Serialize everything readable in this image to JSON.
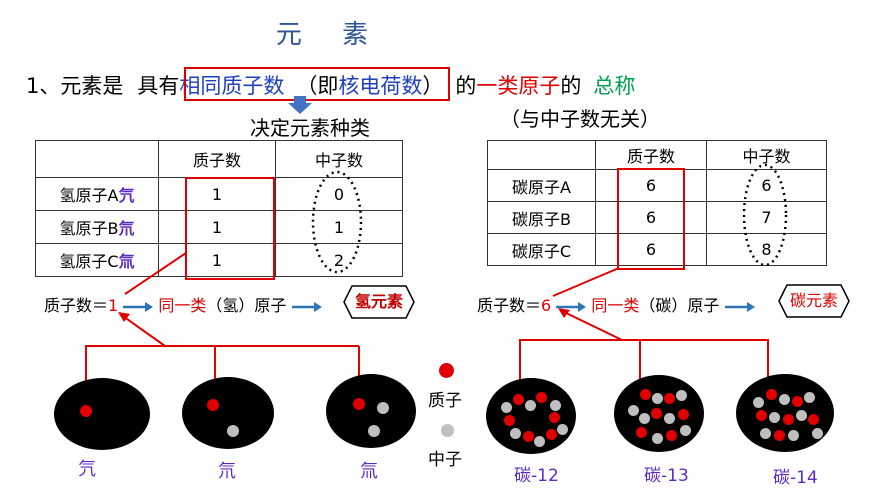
{
  "title": "元  素",
  "def": {
    "prefix": "1、元素是",
    "has": "具有",
    "same_proton": "相同质子数",
    "paren_left": "（即",
    "nuclear_charge": "核电荷数",
    "paren_right": "）",
    "of": "的",
    "one_type_atom": "一类原子",
    "of2": "的",
    "general_term": "总称"
  },
  "note_left": "决定元素种类",
  "note_right": "（与中子数无关）",
  "table_h": {
    "headers": [
      "",
      "质子数",
      "中子数"
    ],
    "rows": [
      {
        "name": "氢原子A",
        "symbol": "氕",
        "protons": "1",
        "neutrons": "0"
      },
      {
        "name": "氢原子B",
        "symbol": "氘",
        "protons": "1",
        "neutrons": "1"
      },
      {
        "name": "氢原子C",
        "symbol": "氚",
        "protons": "1",
        "neutrons": "2"
      }
    ]
  },
  "table_c": {
    "headers": [
      "",
      "质子数",
      "中子数"
    ],
    "rows": [
      {
        "name": "碳原子A",
        "protons": "6",
        "neutrons": "6"
      },
      {
        "name": "碳原子B",
        "protons": "6",
        "neutrons": "7"
      },
      {
        "name": "碳原子C",
        "protons": "6",
        "neutrons": "8"
      }
    ]
  },
  "eq_h": {
    "label": "质子数＝",
    "value": "1",
    "same_type": "同一类",
    "element_paren": "（氢）",
    "atom": "原子",
    "element": "氢元素"
  },
  "eq_c": {
    "label": "质子数＝",
    "value": "6",
    "same_type": "同一类",
    "element_paren": "（碳）",
    "atom": "原子",
    "element": "碳元素"
  },
  "legend": {
    "proton": "质子",
    "neutron": "中子"
  },
  "atoms_h": [
    "氕",
    "氘",
    "氚"
  ],
  "atoms_c": [
    "碳-12",
    "碳-13",
    "碳-14"
  ],
  "colors": {
    "title": "#2f5597",
    "emphasis_blue": "#1f3fbf",
    "red": "#e00000",
    "green": "#00a050",
    "purple": "#5b2bc9",
    "arrow_blue": "#2e75b6"
  }
}
